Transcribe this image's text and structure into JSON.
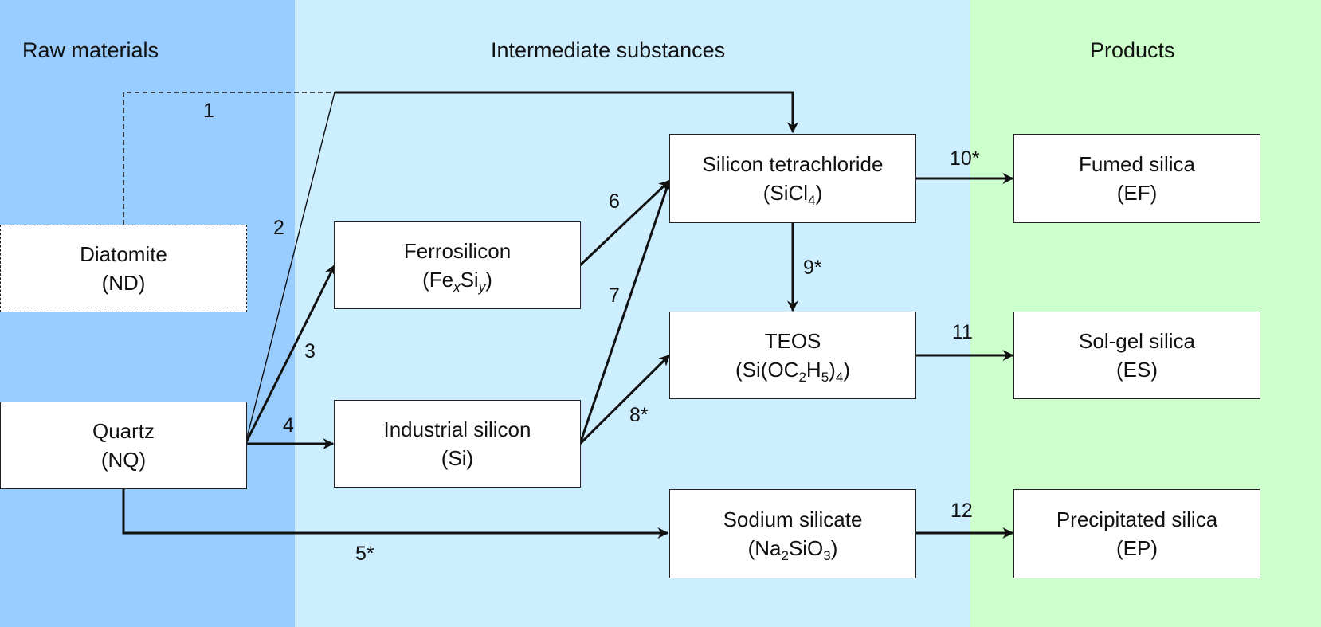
{
  "colors": {
    "raw_band": "#99ccff",
    "intermediate_band": "#cceeff",
    "products_band": "#ccffcc",
    "box_fill": "#ffffff",
    "line": "#111111"
  },
  "headings": {
    "raw": "Raw materials",
    "intermediate": "Intermediate substances",
    "products": "Products"
  },
  "nodes": {
    "diatomite": {
      "name": "Diatomite",
      "code": "(ND)"
    },
    "quartz": {
      "name": "Quartz",
      "code": "(NQ)"
    },
    "ferrosilicon": {
      "name": "Ferrosilicon",
      "f_open": "(Fe",
      "f_x": "x",
      "f_si": "Si",
      "f_y": "y",
      "f_close": ")"
    },
    "industrial_silicon": {
      "name": "Industrial silicon",
      "code": "(Si)"
    },
    "silicon_tetrachloride": {
      "name": "Silicon tetrachloride",
      "f_open": "(SiCl",
      "f_4": "4",
      "f_close": ")"
    },
    "teos": {
      "name": "TEOS",
      "f_open": "(Si(OC",
      "f_2": "2",
      "f_h": "H",
      "f_5": "5",
      "f_mid": ")",
      "f_4": "4",
      "f_close": ")"
    },
    "sodium_silicate": {
      "name": "Sodium silicate",
      "f_open": "(Na",
      "f_2": "2",
      "f_mid": "SiO",
      "f_3": "3",
      "f_close": ")"
    },
    "fumed_silica": {
      "name": "Fumed silica",
      "code": "(EF)"
    },
    "sol_gel_silica": {
      "name": "Sol-gel silica",
      "code": "(ES)"
    },
    "precipitated_silica": {
      "name": "Precipitated silica",
      "code": "(EP)"
    }
  },
  "edge_labels": {
    "e1": "1",
    "e2": "2",
    "e3": "3",
    "e4": "4",
    "e5": "5*",
    "e6": "6",
    "e7": "7",
    "e8": "8*",
    "e9": "9*",
    "e10": "10*",
    "e11": "11",
    "e12": "12"
  }
}
